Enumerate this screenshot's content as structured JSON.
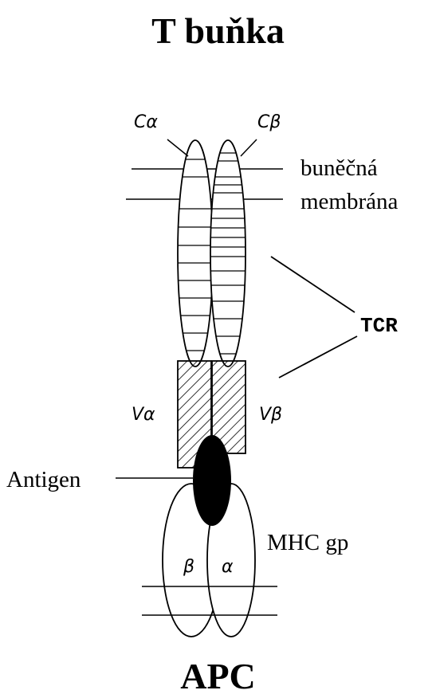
{
  "diagram": {
    "top_label": "T buňka",
    "bottom_label": "APC",
    "domains": {
      "c_alpha": "Cα",
      "c_beta": "Cβ",
      "v_alpha": "Vα",
      "v_beta": "Vβ",
      "mhc_beta": "β",
      "mhc_alpha": "α"
    },
    "labels": {
      "membrane_line1": "buněčná",
      "membrane_line2": "membrána",
      "tcr": "TCR",
      "antigen": "Antigen",
      "mhc": "MHC gp"
    }
  }
}
